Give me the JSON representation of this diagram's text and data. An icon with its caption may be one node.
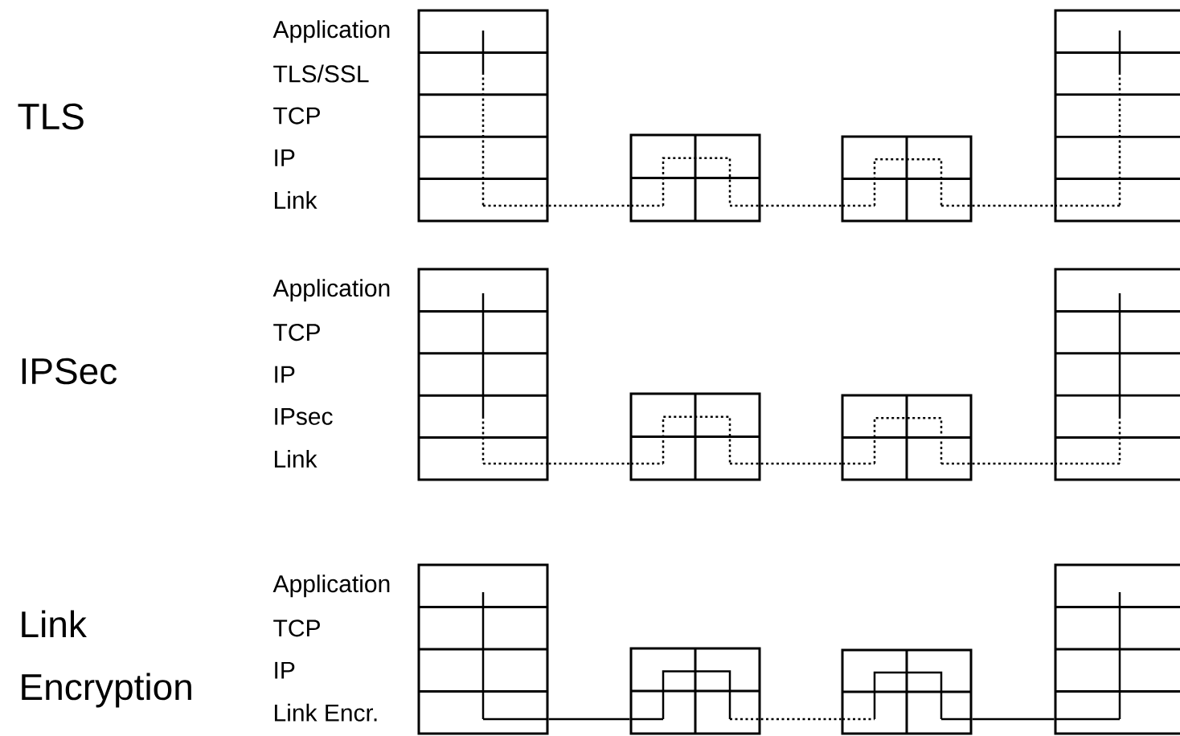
{
  "diagram": {
    "nodes": [
      {
        "text": [],
        "shape": "box",
        "beside": [
          "Application",
          "TLS/SSL",
          "TCP",
          "IP",
          "Link"
        ]
      },
      {
        "text": [],
        "shape": "box"
      },
      {
        "text": [],
        "shape": "box"
      },
      {
        "text": [],
        "shape": "box"
      },
      {
        "text": [],
        "shape": "box",
        "beside": [
          "Application",
          "TCP",
          "IP",
          "IPsec",
          "Link"
        ]
      },
      {
        "text": [],
        "shape": "box"
      },
      {
        "text": [],
        "shape": "box"
      },
      {
        "text": [],
        "shape": "box"
      },
      {
        "text": [],
        "shape": "box",
        "beside": [
          "Application",
          "TCP",
          "IP",
          "Link Encr."
        ]
      },
      {
        "text": [],
        "shape": "box"
      },
      {
        "text": [],
        "shape": "box"
      },
      {
        "text": [],
        "shape": "box"
      }
    ],
    "edges": [
      {
        "from": 0,
        "to": 1,
        "arrow": "none",
        "style": "dashed"
      },
      {
        "from": 1,
        "to": 2,
        "arrow": "none",
        "style": "dashed"
      },
      {
        "from": 2,
        "to": 3,
        "arrow": "none",
        "style": "dashed"
      },
      {
        "from": 4,
        "to": 5,
        "arrow": "none",
        "style": "dashed"
      },
      {
        "from": 5,
        "to": 6,
        "arrow": "none",
        "style": "dashed"
      },
      {
        "from": 6,
        "to": 7,
        "arrow": "none",
        "style": "dashed"
      },
      {
        "from": 8,
        "to": 9,
        "arrow": "none"
      },
      {
        "from": 9,
        "to": 10,
        "arrow": "none",
        "style": "dashed"
      },
      {
        "from": 10,
        "to": 11,
        "arrow": "none"
      }
    ],
    "labels": [
      "TLS",
      "IPSec",
      "Link Encryption"
    ]
  }
}
